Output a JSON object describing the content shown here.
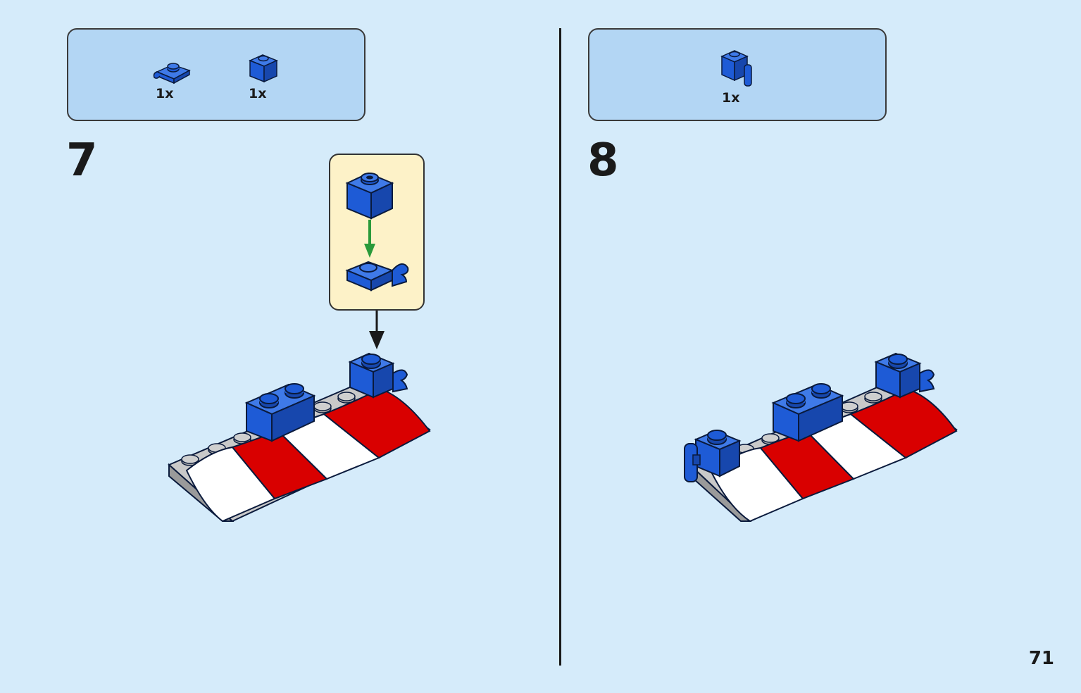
{
  "steps": [
    {
      "number": "7",
      "parts": [
        {
          "qty": "1x",
          "icon": "plate-1x1-clip-icon"
        },
        {
          "qty": "1x",
          "icon": "brick-1x1-icon"
        }
      ]
    },
    {
      "number": "8",
      "parts": [
        {
          "qty": "1x",
          "icon": "brick-1x1-bar-handle-icon"
        }
      ]
    }
  ],
  "page_number": "71",
  "colors": {
    "background": "#d5ebfa",
    "parts_box": "#b3d6f4",
    "callout": "#fdf2c8",
    "brick_blue": "#1e5bd6",
    "brick_red": "#d90000",
    "arrow_green": "#2a9a3a"
  }
}
